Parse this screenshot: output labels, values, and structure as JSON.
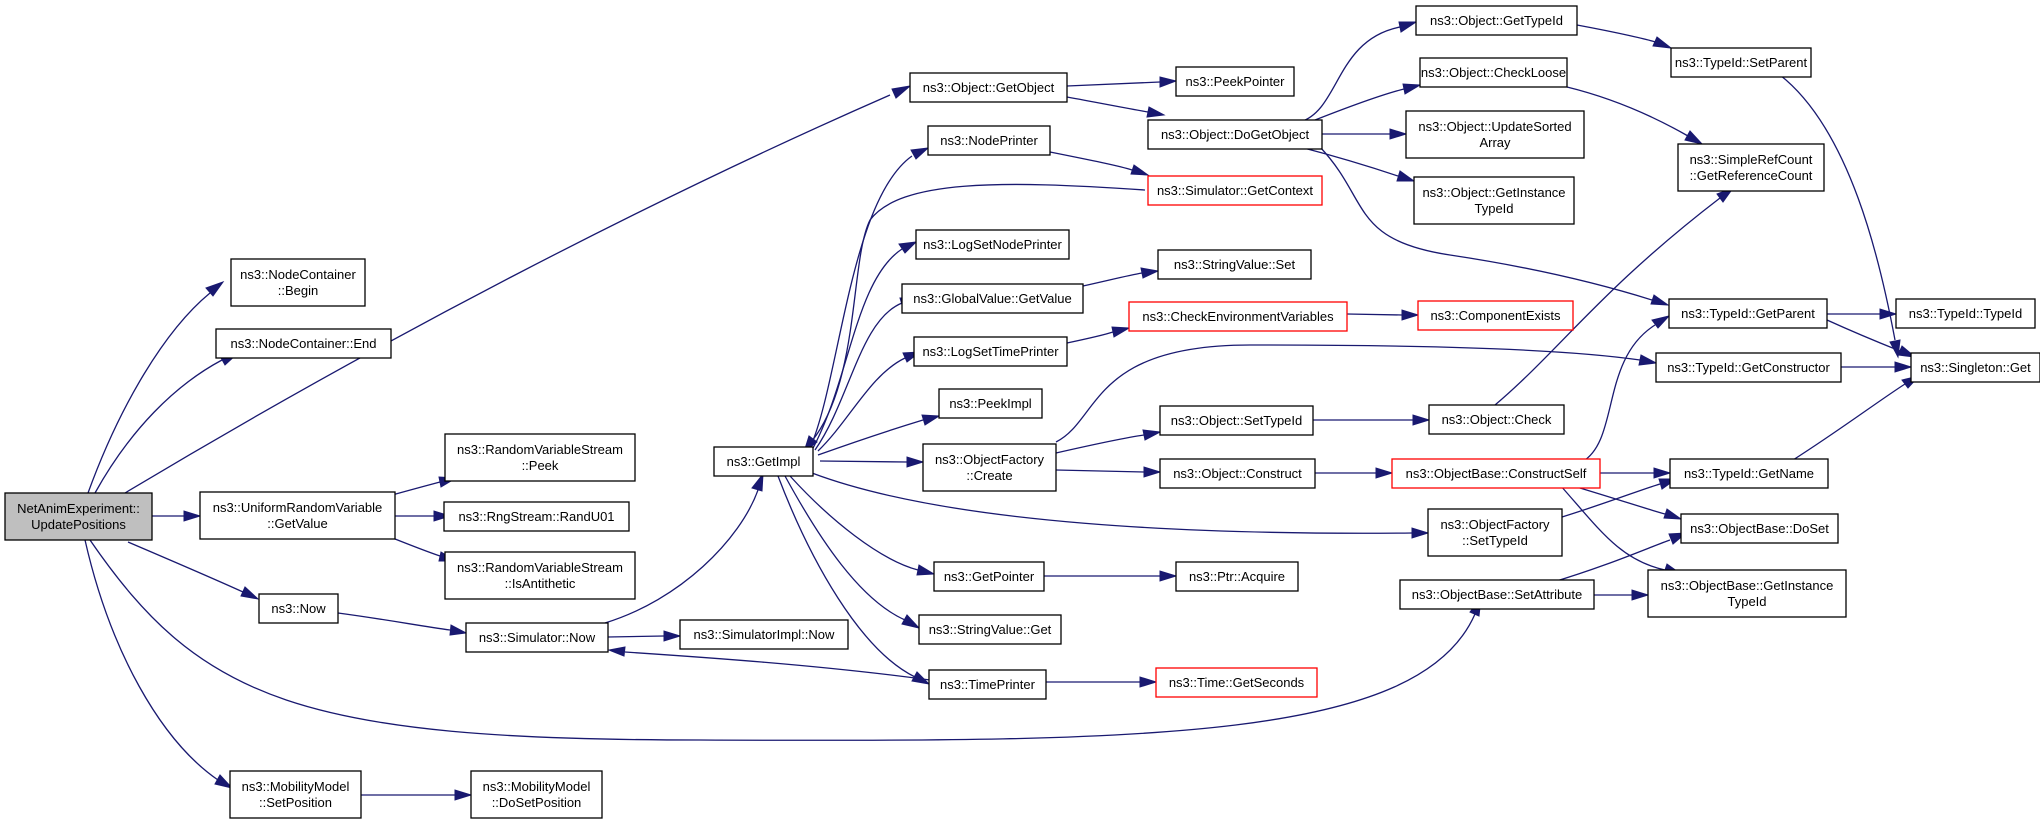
{
  "colors": {
    "edge": "#191970",
    "node_border": "#000000",
    "node_border_truncated": "#ff0000",
    "root_fill": "#bfbfbf",
    "node_fill": "#ffffff"
  },
  "nodes": {
    "root": {
      "lines": [
        "NetAnimExperiment::",
        "UpdatePositions"
      ]
    },
    "nc_begin": {
      "lines": [
        "ns3::NodeContainer",
        "::Begin"
      ]
    },
    "nc_end": {
      "lines": [
        "ns3::NodeContainer::End"
      ]
    },
    "urv_getvalue": {
      "lines": [
        "ns3::UniformRandomVariable",
        "::GetValue"
      ]
    },
    "rvs_peek": {
      "lines": [
        "ns3::RandomVariableStream",
        "::Peek"
      ]
    },
    "rng_randu01": {
      "lines": [
        "ns3::RngStream::RandU01"
      ]
    },
    "rvs_isanti": {
      "lines": [
        "ns3::RandomVariableStream",
        "::IsAntithetic"
      ]
    },
    "now": {
      "lines": [
        "ns3::Now"
      ]
    },
    "mm_setpos": {
      "lines": [
        "ns3::MobilityModel",
        "::SetPosition"
      ]
    },
    "mm_dosetpos": {
      "lines": [
        "ns3::MobilityModel",
        "::DoSetPosition"
      ]
    },
    "sim_now": {
      "lines": [
        "ns3::Simulator::Now"
      ]
    },
    "simimpl_now": {
      "lines": [
        "ns3::SimulatorImpl::Now"
      ]
    },
    "getimpl": {
      "lines": [
        "ns3::GetImpl"
      ]
    },
    "obj_getobject": {
      "lines": [
        "ns3::Object::GetObject"
      ]
    },
    "peekpointer": {
      "lines": [
        "ns3::PeekPointer"
      ]
    },
    "obj_dogetobject": {
      "lines": [
        "ns3::Object::DoGetObject"
      ]
    },
    "nodeprinter": {
      "lines": [
        "ns3::NodePrinter"
      ]
    },
    "sim_getcontext": {
      "lines": [
        "ns3::Simulator::GetContext"
      ]
    },
    "logsetnodeprinter": {
      "lines": [
        "ns3::LogSetNodePrinter"
      ]
    },
    "gv_getvalue": {
      "lines": [
        "ns3::GlobalValue::GetValue"
      ]
    },
    "sv_set": {
      "lines": [
        "ns3::StringValue::Set"
      ]
    },
    "logsettimeprinter": {
      "lines": [
        "ns3::LogSetTimePrinter"
      ]
    },
    "checkenv": {
      "lines": [
        "ns3::CheckEnvironmentVariables"
      ]
    },
    "compexists": {
      "lines": [
        "ns3::ComponentExists"
      ]
    },
    "peekimpl": {
      "lines": [
        "ns3::PeekImpl"
      ]
    },
    "of_create": {
      "lines": [
        "ns3::ObjectFactory",
        "::Create"
      ]
    },
    "obj_settypeid": {
      "lines": [
        "ns3::Object::SetTypeId"
      ]
    },
    "obj_check": {
      "lines": [
        "ns3::Object::Check"
      ]
    },
    "obj_construct": {
      "lines": [
        "ns3::Object::Construct"
      ]
    },
    "ob_constructself": {
      "lines": [
        "ns3::ObjectBase::ConstructSelf"
      ]
    },
    "of_settypeid": {
      "lines": [
        "ns3::ObjectFactory",
        "::SetTypeId"
      ]
    },
    "getpointer": {
      "lines": [
        "ns3::GetPointer"
      ]
    },
    "ptr_acquire": {
      "lines": [
        "ns3::Ptr::Acquire"
      ]
    },
    "sv_get": {
      "lines": [
        "ns3::StringValue::Get"
      ]
    },
    "timeprinter": {
      "lines": [
        "ns3::TimePrinter"
      ]
    },
    "time_getseconds": {
      "lines": [
        "ns3::Time::GetSeconds"
      ]
    },
    "ob_setattr": {
      "lines": [
        "ns3::ObjectBase::SetAttribute"
      ]
    },
    "obj_gettypeid": {
      "lines": [
        "ns3::Object::GetTypeId"
      ]
    },
    "obj_checkloose": {
      "lines": [
        "ns3::Object::CheckLoose"
      ]
    },
    "obj_updatesorted": {
      "lines": [
        "ns3::Object::UpdateSorted",
        "Array"
      ]
    },
    "obj_getinstance": {
      "lines": [
        "ns3::Object::GetInstance",
        "TypeId"
      ]
    },
    "tid_setparent": {
      "lines": [
        "ns3::TypeId::SetParent"
      ]
    },
    "srf_getrefcount": {
      "lines": [
        "ns3::SimpleRefCount",
        "::GetReferenceCount"
      ]
    },
    "tid_getparent": {
      "lines": [
        "ns3::TypeId::GetParent"
      ]
    },
    "tid_typeid": {
      "lines": [
        "ns3::TypeId::TypeId"
      ]
    },
    "tid_getconstructor": {
      "lines": [
        "ns3::TypeId::GetConstructor"
      ]
    },
    "singleton_get": {
      "lines": [
        "ns3::Singleton::Get"
      ]
    },
    "tid_getname": {
      "lines": [
        "ns3::TypeId::GetName"
      ]
    },
    "ob_doset": {
      "lines": [
        "ns3::ObjectBase::DoSet"
      ]
    },
    "ob_getinstance": {
      "lines": [
        "ns3::ObjectBase::GetInstance",
        "TypeId"
      ]
    }
  }
}
